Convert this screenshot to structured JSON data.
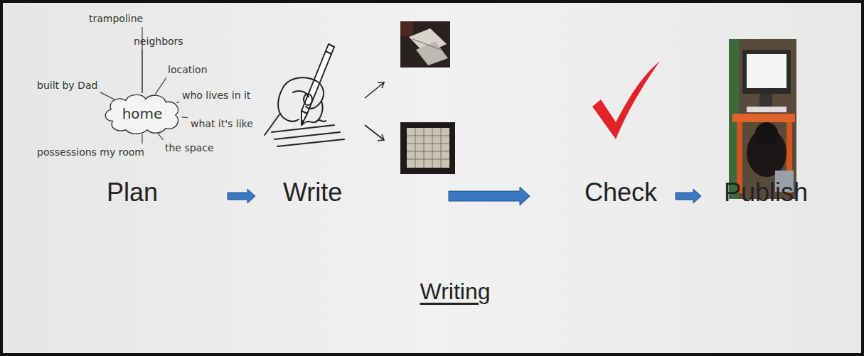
{
  "diagram": {
    "caption": "Writing",
    "nodes": [
      {
        "text": [
          "home"
        ]
      }
    ],
    "labels": [
      "trampoline",
      "neighbors",
      "location",
      "who lives in it",
      "what it's like",
      "the space",
      "possessions my room",
      "built by Dad",
      "Plan",
      "Write",
      "Check",
      "Publish"
    ]
  }
}
